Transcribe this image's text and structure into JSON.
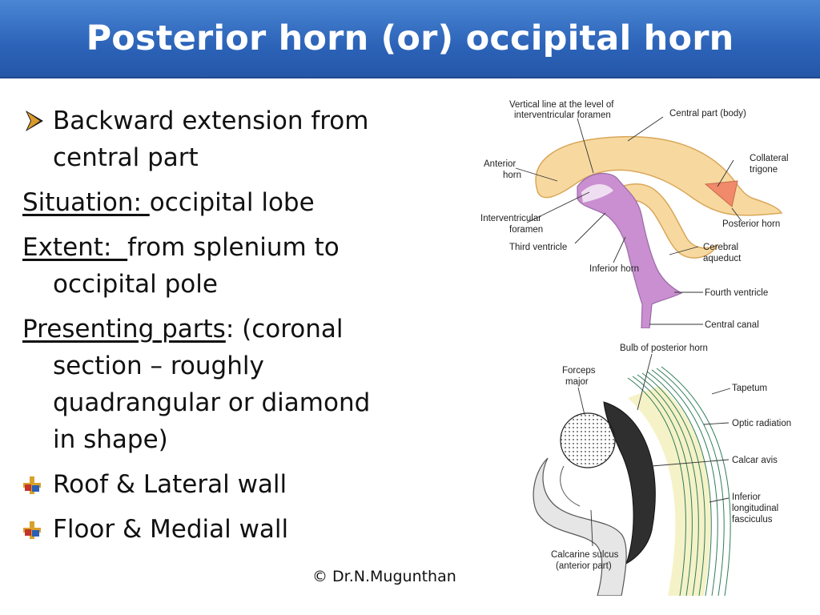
{
  "slide": {
    "title": "Posterior horn (or) occipital horn",
    "footer": "© Dr.N.Mugunthan"
  },
  "content": {
    "intro_bullet": "Backward extension from central part",
    "situation_label": "Situation: ",
    "situation_value": "occipital lobe",
    "extent_label": "Extent:  ",
    "extent_value": "from splenium to occipital pole",
    "presenting_label": "Presenting parts",
    "presenting_value": ": (coronal section – roughly quadrangular or diamond in shape)",
    "sub_items": [
      "Roof & Lateral wall",
      "Floor & Medial wall"
    ]
  },
  "figure_top": {
    "labels": {
      "vertical_line": "Vertical line at the level of",
      "vertical_line_2": "interventricular foramen",
      "central_part": "Central part (body)",
      "anterior": "Anterior",
      "horn": "horn",
      "collateral": "Collateral",
      "trigone": "trigone",
      "interventricular": "Interventricular",
      "foramen": "foramen",
      "third_ventricle": "Third ventricle",
      "posterior_horn": "Posterior horn",
      "cerebral": "Cerebral",
      "aqueduct": "aqueduct",
      "inferior_horn": "Inferior horn",
      "fourth_ventricle": "Fourth ventricle",
      "central_canal": "Central canal"
    },
    "colors": {
      "ventricle": "#f7d9a0",
      "third_ventricle": "#c98fd0",
      "trigone": "#f08a6a"
    }
  },
  "figure_bottom": {
    "labels": {
      "bulb": "Bulb of posterior horn",
      "forceps": "Forceps",
      "major": "major",
      "tapetum": "Tapetum",
      "optic_radiation": "Optic radiation",
      "calcar_avis": "Calcar avis",
      "inferior": "Inferior",
      "longitudinal": "longitudinal",
      "fasciculus": "fasciculus",
      "calcarine_sulcus": "Calcarine sulcus",
      "anterior_part": "(anterior part)"
    }
  }
}
